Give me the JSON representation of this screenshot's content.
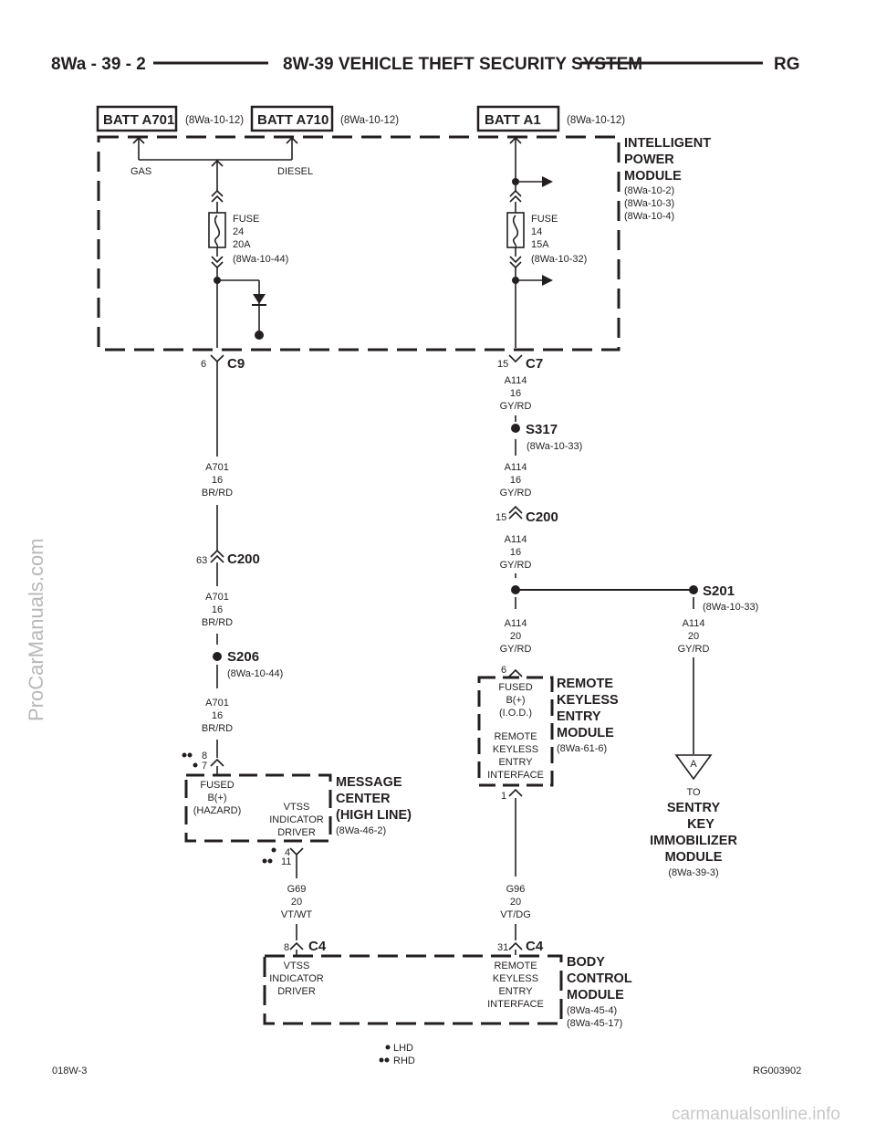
{
  "header": {
    "left": "8Wa - 39 - 2",
    "title": "8W-39 VEHICLE THEFT SECURITY SYSTEM",
    "right": "RG"
  },
  "batteries": [
    {
      "label": "BATT A701",
      "ref": "(8Wa-10-12)"
    },
    {
      "label": "BATT A710",
      "ref": "(8Wa-10-12)"
    },
    {
      "label": "BATT A1",
      "ref": "(8Wa-10-12)"
    }
  ],
  "ipm": {
    "name": [
      "INTELLIGENT",
      "POWER",
      "MODULE"
    ],
    "refs": [
      "(8Wa-10-2)",
      "(8Wa-10-3)",
      "(8Wa-10-4)"
    ],
    "gas": "GAS",
    "diesel": "DIESEL",
    "fuse24": [
      "FUSE",
      "24",
      "20A",
      "(8Wa-10-44)"
    ],
    "fuse14": [
      "FUSE",
      "14",
      "15A",
      "(8Wa-10-32)"
    ]
  },
  "connectors": {
    "c9": {
      "pin": "6",
      "name": "C9"
    },
    "c7": {
      "pin": "15",
      "name": "C7"
    },
    "c200_right": {
      "pin": "15",
      "name": "C200"
    },
    "c200_left": {
      "pin": "63",
      "name": "C200"
    },
    "c4_left": {
      "pin": "8",
      "name": "C4"
    },
    "c4_right": {
      "pin": "31",
      "name": "C4"
    },
    "mc_in_pins": [
      "8",
      "7"
    ],
    "mc_out_pins": [
      "4",
      "11"
    ],
    "rke_in_pin": "6",
    "rke_out_pin": "1"
  },
  "wires": {
    "a114_1": [
      "A114",
      "16",
      "GY/RD"
    ],
    "a114_2": [
      "A114",
      "16",
      "GY/RD"
    ],
    "a114_3": [
      "A114",
      "16",
      "GY/RD"
    ],
    "a114_4": [
      "A114",
      "20",
      "GY/RD"
    ],
    "a114_5": [
      "A114",
      "20",
      "GY/RD"
    ],
    "a701_1": [
      "A701",
      "16",
      "BR/RD"
    ],
    "a701_2": [
      "A701",
      "16",
      "BR/RD"
    ],
    "a701_3": [
      "A701",
      "16",
      "BR/RD"
    ],
    "g69": [
      "G69",
      "20",
      "VT/WT"
    ],
    "g96": [
      "G96",
      "20",
      "VT/DG"
    ]
  },
  "splices": {
    "s317": {
      "name": "S317",
      "ref": "(8Wa-10-33)"
    },
    "s201": {
      "name": "S201",
      "ref": "(8Wa-10-33)"
    },
    "s206": {
      "name": "S206",
      "ref": "(8Wa-10-44)"
    }
  },
  "message_center": {
    "name": [
      "MESSAGE",
      "CENTER",
      "(HIGH LINE)"
    ],
    "ref": "(8Wa-46-2)",
    "fused": [
      "FUSED",
      "B(+)",
      "(HAZARD)"
    ],
    "vtss": [
      "VTSS",
      "INDICATOR",
      "DRIVER"
    ]
  },
  "rke": {
    "name": [
      "REMOTE",
      "KEYLESS",
      "ENTRY",
      "MODULE"
    ],
    "ref": "(8Wa-61-6)",
    "fused": [
      "FUSED",
      "B(+)",
      "(I.O.D.)"
    ],
    "interface": [
      "REMOTE",
      "KEYLESS",
      "ENTRY",
      "INTERFACE"
    ]
  },
  "sentry": {
    "marker": "A",
    "to": "TO",
    "name": [
      "SENTRY",
      "KEY",
      "IMMOBILIZER",
      "MODULE"
    ],
    "ref": "(8Wa-39-3)"
  },
  "bcm": {
    "name": [
      "BODY",
      "CONTROL",
      "MODULE"
    ],
    "refs": [
      "(8Wa-45-4)",
      "(8Wa-45-17)"
    ],
    "vtss": [
      "VTSS",
      "INDICATOR",
      "DRIVER"
    ],
    "interface": [
      "REMOTE",
      "KEYLESS",
      "ENTRY",
      "INTERFACE"
    ]
  },
  "legend": {
    "lhd": "LHD",
    "rhd": "RHD"
  },
  "footer": {
    "left": "018W-3",
    "right": "RG003902"
  },
  "watermarks": {
    "side": "ProCarManuals.com",
    "bottom": "carmanualsonline.info"
  }
}
